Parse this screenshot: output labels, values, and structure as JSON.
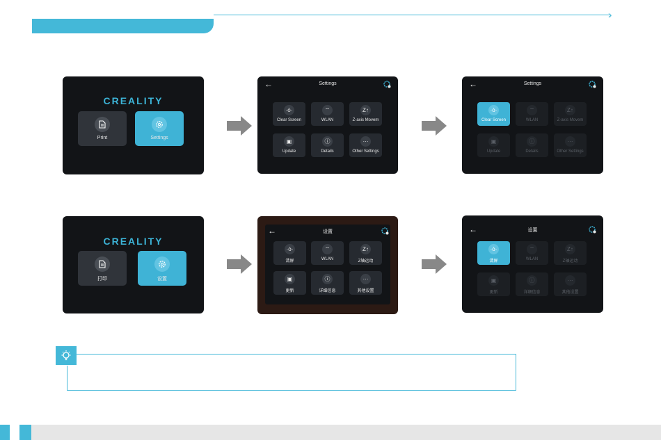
{
  "row1": {
    "screen1": {
      "logo": "CREALITY",
      "print": "Print",
      "settings": "Settings"
    },
    "screen2": {
      "title": "Settings",
      "tiles": [
        "Clear Screen",
        "WLAN",
        "Z-axis Movem",
        "Update",
        "Details",
        "Other Settings"
      ]
    },
    "screen3": {
      "title": "Settings",
      "tiles": [
        "Clear Screen",
        "WLAN",
        "Z-axis Movem",
        "Update",
        "Details",
        "Other Settings"
      ]
    }
  },
  "row2": {
    "screen1": {
      "logo": "CREALITY",
      "print": "打印",
      "settings": "设置"
    },
    "screen2": {
      "title": "设置",
      "tiles": [
        "清屏",
        "WLAN",
        "Z轴运动",
        "更新",
        "详细信息",
        "其他设置"
      ]
    },
    "screen3": {
      "title": "设置",
      "tiles": [
        "清屏",
        "WLAN",
        "Z轴运动",
        "更新",
        "详细信息",
        "其他设置"
      ]
    }
  },
  "icons": {
    "print": "document-icon",
    "settings": "gear-icon",
    "clear": "lightbulb-icon",
    "wlan": "wifi-icon",
    "zaxis": "z-axis-icon",
    "update": "update-icon",
    "details": "info-icon",
    "other": "more-icon",
    "tip": "lightbulb-icon"
  },
  "colors": {
    "accent": "#44b8d8",
    "screen": "#121417",
    "tile": "#262a30",
    "arrow": "#888888"
  }
}
